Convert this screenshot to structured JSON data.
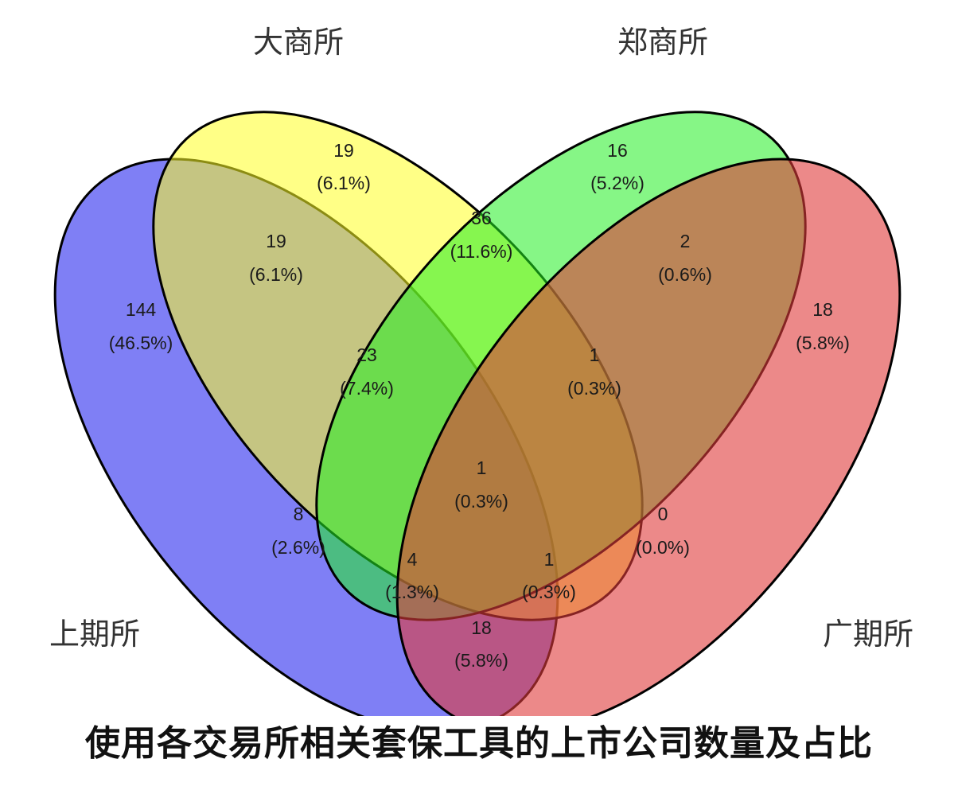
{
  "diagram": {
    "caption": "使用各交易所相关套保工具的上市公司数量及占比",
    "sets": [
      {
        "id": "shfe",
        "label": "上期所",
        "color": "#3a3af0"
      },
      {
        "id": "dce",
        "label": "大商所",
        "color": "#ffff22"
      },
      {
        "id": "czce",
        "label": "郑商所",
        "color": "#22ee22"
      },
      {
        "id": "gfex",
        "label": "广期所",
        "color": "#e03a3a"
      }
    ],
    "regions": [
      {
        "sets": [
          "shfe"
        ],
        "count": "144",
        "percent": "(46.5%)"
      },
      {
        "sets": [
          "dce"
        ],
        "count": "19",
        "percent": "(6.1%)"
      },
      {
        "sets": [
          "czce"
        ],
        "count": "16",
        "percent": "(5.2%)"
      },
      {
        "sets": [
          "gfex"
        ],
        "count": "18",
        "percent": "(5.8%)"
      },
      {
        "sets": [
          "shfe",
          "dce"
        ],
        "count": "19",
        "percent": "(6.1%)"
      },
      {
        "sets": [
          "dce",
          "czce"
        ],
        "count": "36",
        "percent": "(11.6%)"
      },
      {
        "sets": [
          "czce",
          "gfex"
        ],
        "count": "2",
        "percent": "(0.6%)"
      },
      {
        "sets": [
          "shfe",
          "dce",
          "czce"
        ],
        "count": "23",
        "percent": "(7.4%)"
      },
      {
        "sets": [
          "dce",
          "czce",
          "gfex"
        ],
        "count": "1",
        "percent": "(0.3%)"
      },
      {
        "sets": [
          "shfe",
          "czce"
        ],
        "count": "8",
        "percent": "(2.6%)"
      },
      {
        "sets": [
          "shfe",
          "dce",
          "czce",
          "gfex"
        ],
        "count": "1",
        "percent": "(0.3%)"
      },
      {
        "sets": [
          "dce",
          "gfex"
        ],
        "count": "0",
        "percent": "(0.0%)"
      },
      {
        "sets": [
          "shfe",
          "czce",
          "gfex"
        ],
        "count": "4",
        "percent": "(1.3%)"
      },
      {
        "sets": [
          "shfe",
          "dce",
          "gfex"
        ],
        "count": "1",
        "percent": "(0.3%)"
      },
      {
        "sets": [
          "shfe",
          "gfex"
        ],
        "count": "18",
        "percent": "(5.8%)"
      }
    ]
  }
}
